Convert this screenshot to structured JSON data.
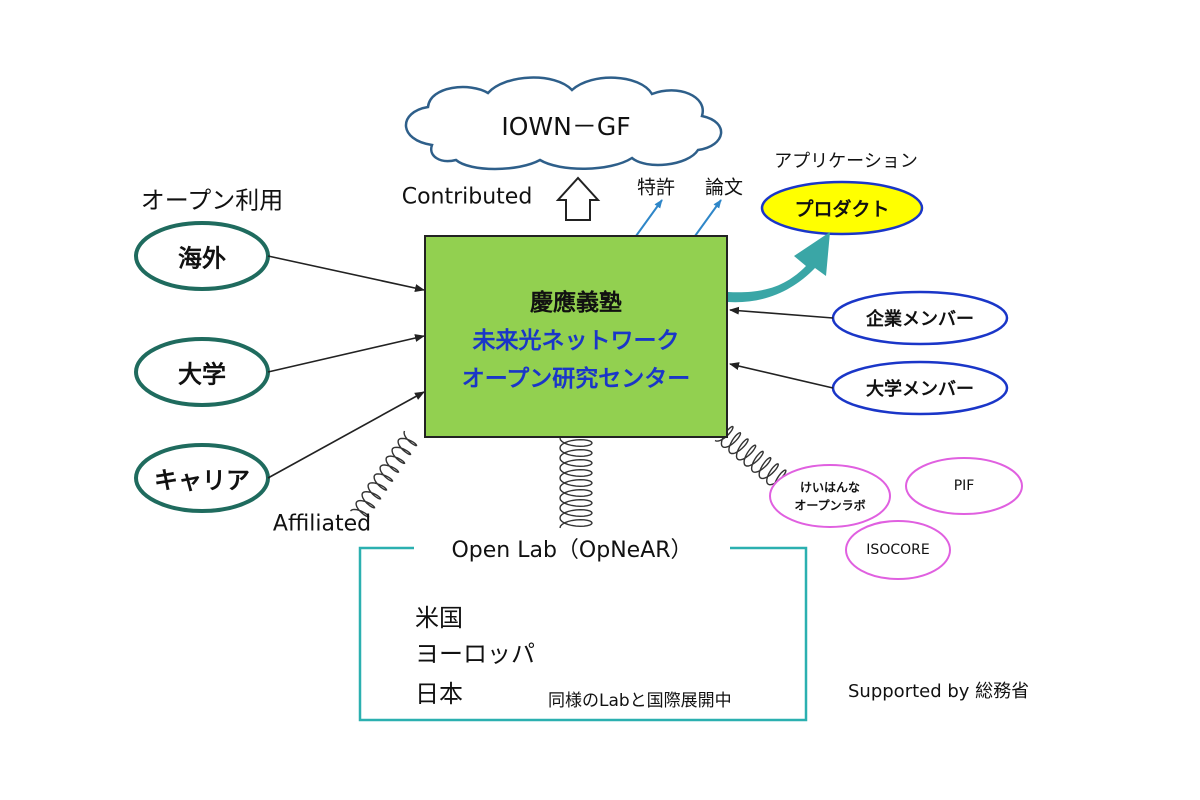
{
  "cloud": {
    "label": "IOWN－GF"
  },
  "contributed": "Contributed",
  "patent": "特許",
  "paper": "論文",
  "application": "アプリケーション",
  "product": "プロダクト",
  "open_use": "オープン利用",
  "left_nodes": [
    "海外",
    "大学",
    "キャリア"
  ],
  "center_box": {
    "line1": "慶應義塾",
    "line2": "未来光ネットワーク",
    "line3": "オープン研究センター"
  },
  "right_nodes": [
    "企業メンバー",
    "大学メンバー"
  ],
  "affiliated": "Affiliated",
  "affiliates": {
    "keihanna_line1": "けいはんな",
    "keihanna_line2": "オープンラボ",
    "pif": "PIF",
    "isocore": "ISOCORE"
  },
  "open_lab": {
    "title": "Open Lab（OpNeAR）",
    "items": [
      "米国",
      "ヨーロッパ",
      "日本"
    ],
    "note": "同様のLabと国際展開中"
  },
  "supported": "Supported by 総務省",
  "colors": {
    "teal": "#1f6b5e",
    "blue": "#1a36c8",
    "green": "#92d050",
    "yellow": "#ffff00",
    "pink": "#e060e0",
    "lab_border": "#2bb0b0",
    "arrow_teal": "#3aa6a6",
    "small_arrow": "#2e86c8"
  }
}
